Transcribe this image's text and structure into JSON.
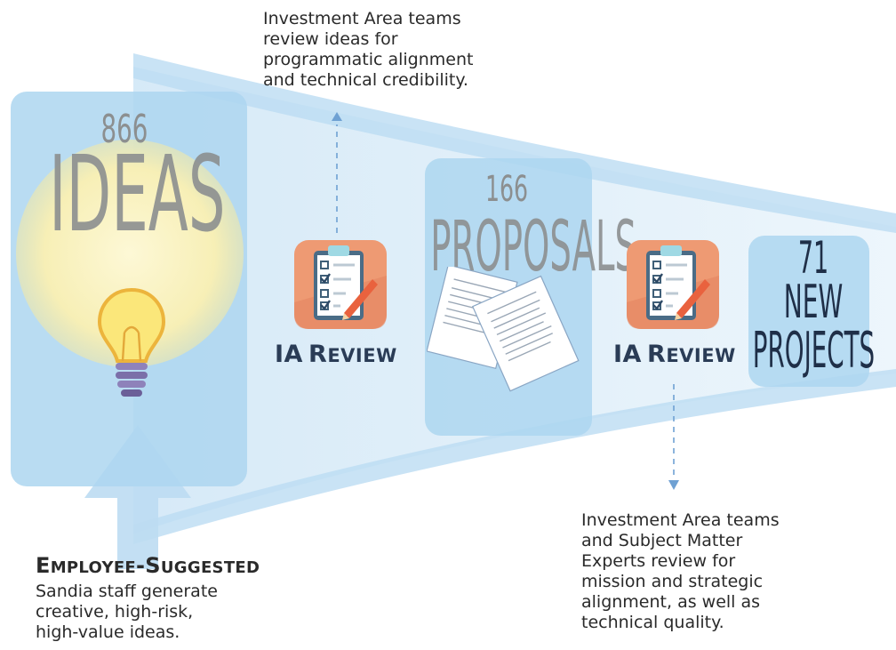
{
  "ideas": {
    "count": "866",
    "label": "IDEAS"
  },
  "proposals": {
    "count": "166",
    "label": "PROPOSALS"
  },
  "projects": {
    "count": "71",
    "label_line1": "NEW",
    "label_line2": "PROJECTS"
  },
  "review_1": {
    "label_a": "IA",
    "label_b": "R",
    "label_c": "EVIEW"
  },
  "review_2": {
    "label_a": "IA",
    "label_b": "R",
    "label_c": "EVIEW"
  },
  "notes": {
    "top": [
      "Investment Area teams",
      "review ideas for",
      "programmatic alignment",
      "and technical credibility."
    ],
    "bottom_right": [
      "Investment Area teams",
      "and Subject Matter",
      "Experts review for",
      "mission and strategic",
      "alignment, as well as",
      "technical quality."
    ],
    "employee_title_a": "E",
    "employee_title_b": "MPLOYEE",
    "employee_title_c": "-S",
    "employee_title_d": "UGGESTED",
    "employee_body": [
      "Sandia staff generate",
      "creative, high-risk,",
      "high-value ideas."
    ]
  },
  "colors": {
    "stage_fill": "#add6f0",
    "funnel_fill": "#e4f1fa",
    "number_text": "#8c8f90",
    "projects_text": "#1f2f48",
    "review_text": "#2a3c56",
    "arrow_blue": "#6fa1d3",
    "icon_orange": "#ee9a73",
    "bulb_glow": "#fbf3c4"
  }
}
